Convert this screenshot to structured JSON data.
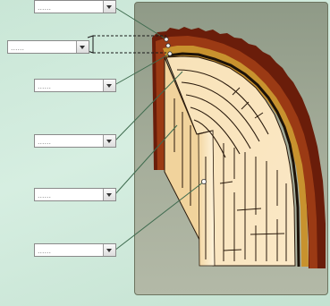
{
  "dropdowns": [
    {
      "id": "label-1",
      "value": "......"
    },
    {
      "id": "label-2",
      "value": "......"
    },
    {
      "id": "label-3",
      "value": "......"
    },
    {
      "id": "label-4",
      "value": "......"
    },
    {
      "id": "label-5",
      "value": "......"
    },
    {
      "id": "label-6",
      "value": "......"
    }
  ],
  "colors": {
    "panel": "#9aa392",
    "bark_outer": "#6a1d0a",
    "bark_inner": "#9b3a14",
    "cambium": "#c8922e",
    "sapwood": "#f6dfb2",
    "heartwood": "#fde9c7",
    "leader_line": "#3e6b4e"
  }
}
